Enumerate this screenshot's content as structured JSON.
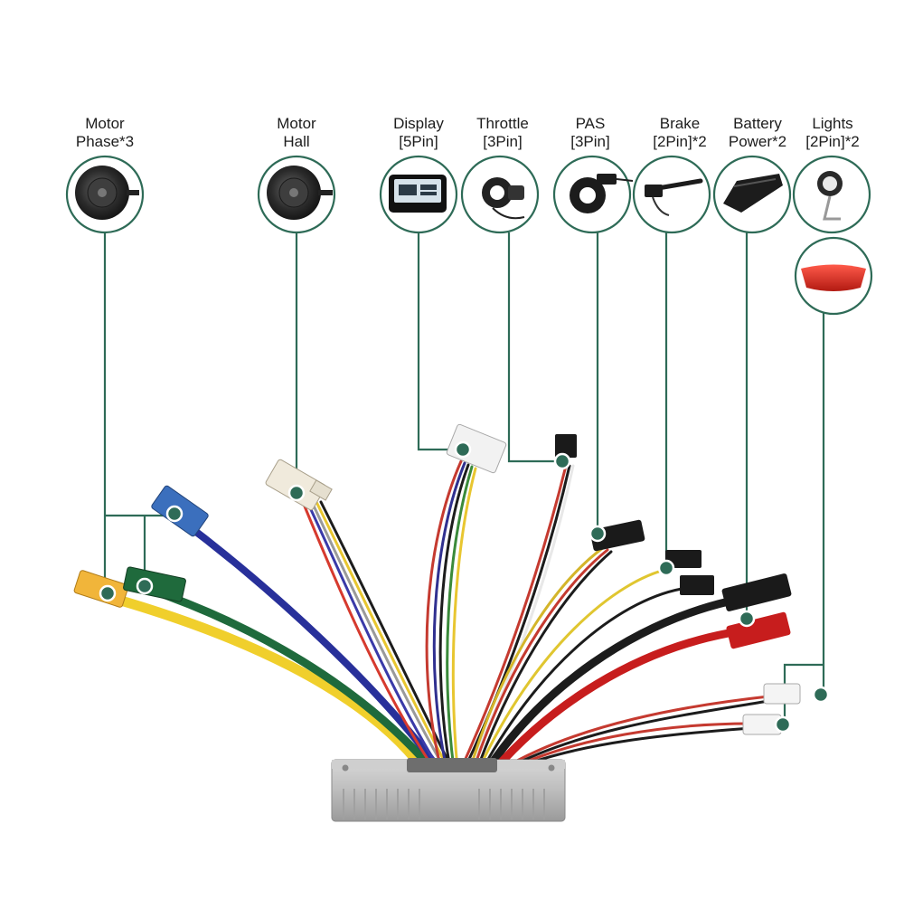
{
  "diagram": {
    "accent_color": "#2e6b57",
    "components": [
      {
        "id": "motor-phase",
        "line1": "Motor",
        "line2": "Phase*3",
        "icon": "hub-motor-icon"
      },
      {
        "id": "motor-hall",
        "line1": "Motor",
        "line2": "Hall",
        "icon": "hub-motor-icon"
      },
      {
        "id": "display",
        "line1": "Display",
        "line2": "[5Pin]",
        "icon": "lcd-display-icon"
      },
      {
        "id": "throttle",
        "line1": "Throttle",
        "line2": "[3Pin]",
        "icon": "thumb-throttle-icon"
      },
      {
        "id": "pas",
        "line1": "PAS",
        "line2": "[3Pin]",
        "icon": "pas-sensor-icon"
      },
      {
        "id": "brake",
        "line1": "Brake",
        "line2": "[2Pin]*2",
        "icon": "brake-lever-icon"
      },
      {
        "id": "battery",
        "line1": "Battery",
        "line2": "Power*2",
        "icon": "battery-pack-icon"
      },
      {
        "id": "lights",
        "line1": "Lights",
        "line2": "[2Pin]*2",
        "icon": "headlight-icon"
      }
    ],
    "extra_icons": [
      "tail-light-icon",
      "controller-box-icon"
    ]
  }
}
